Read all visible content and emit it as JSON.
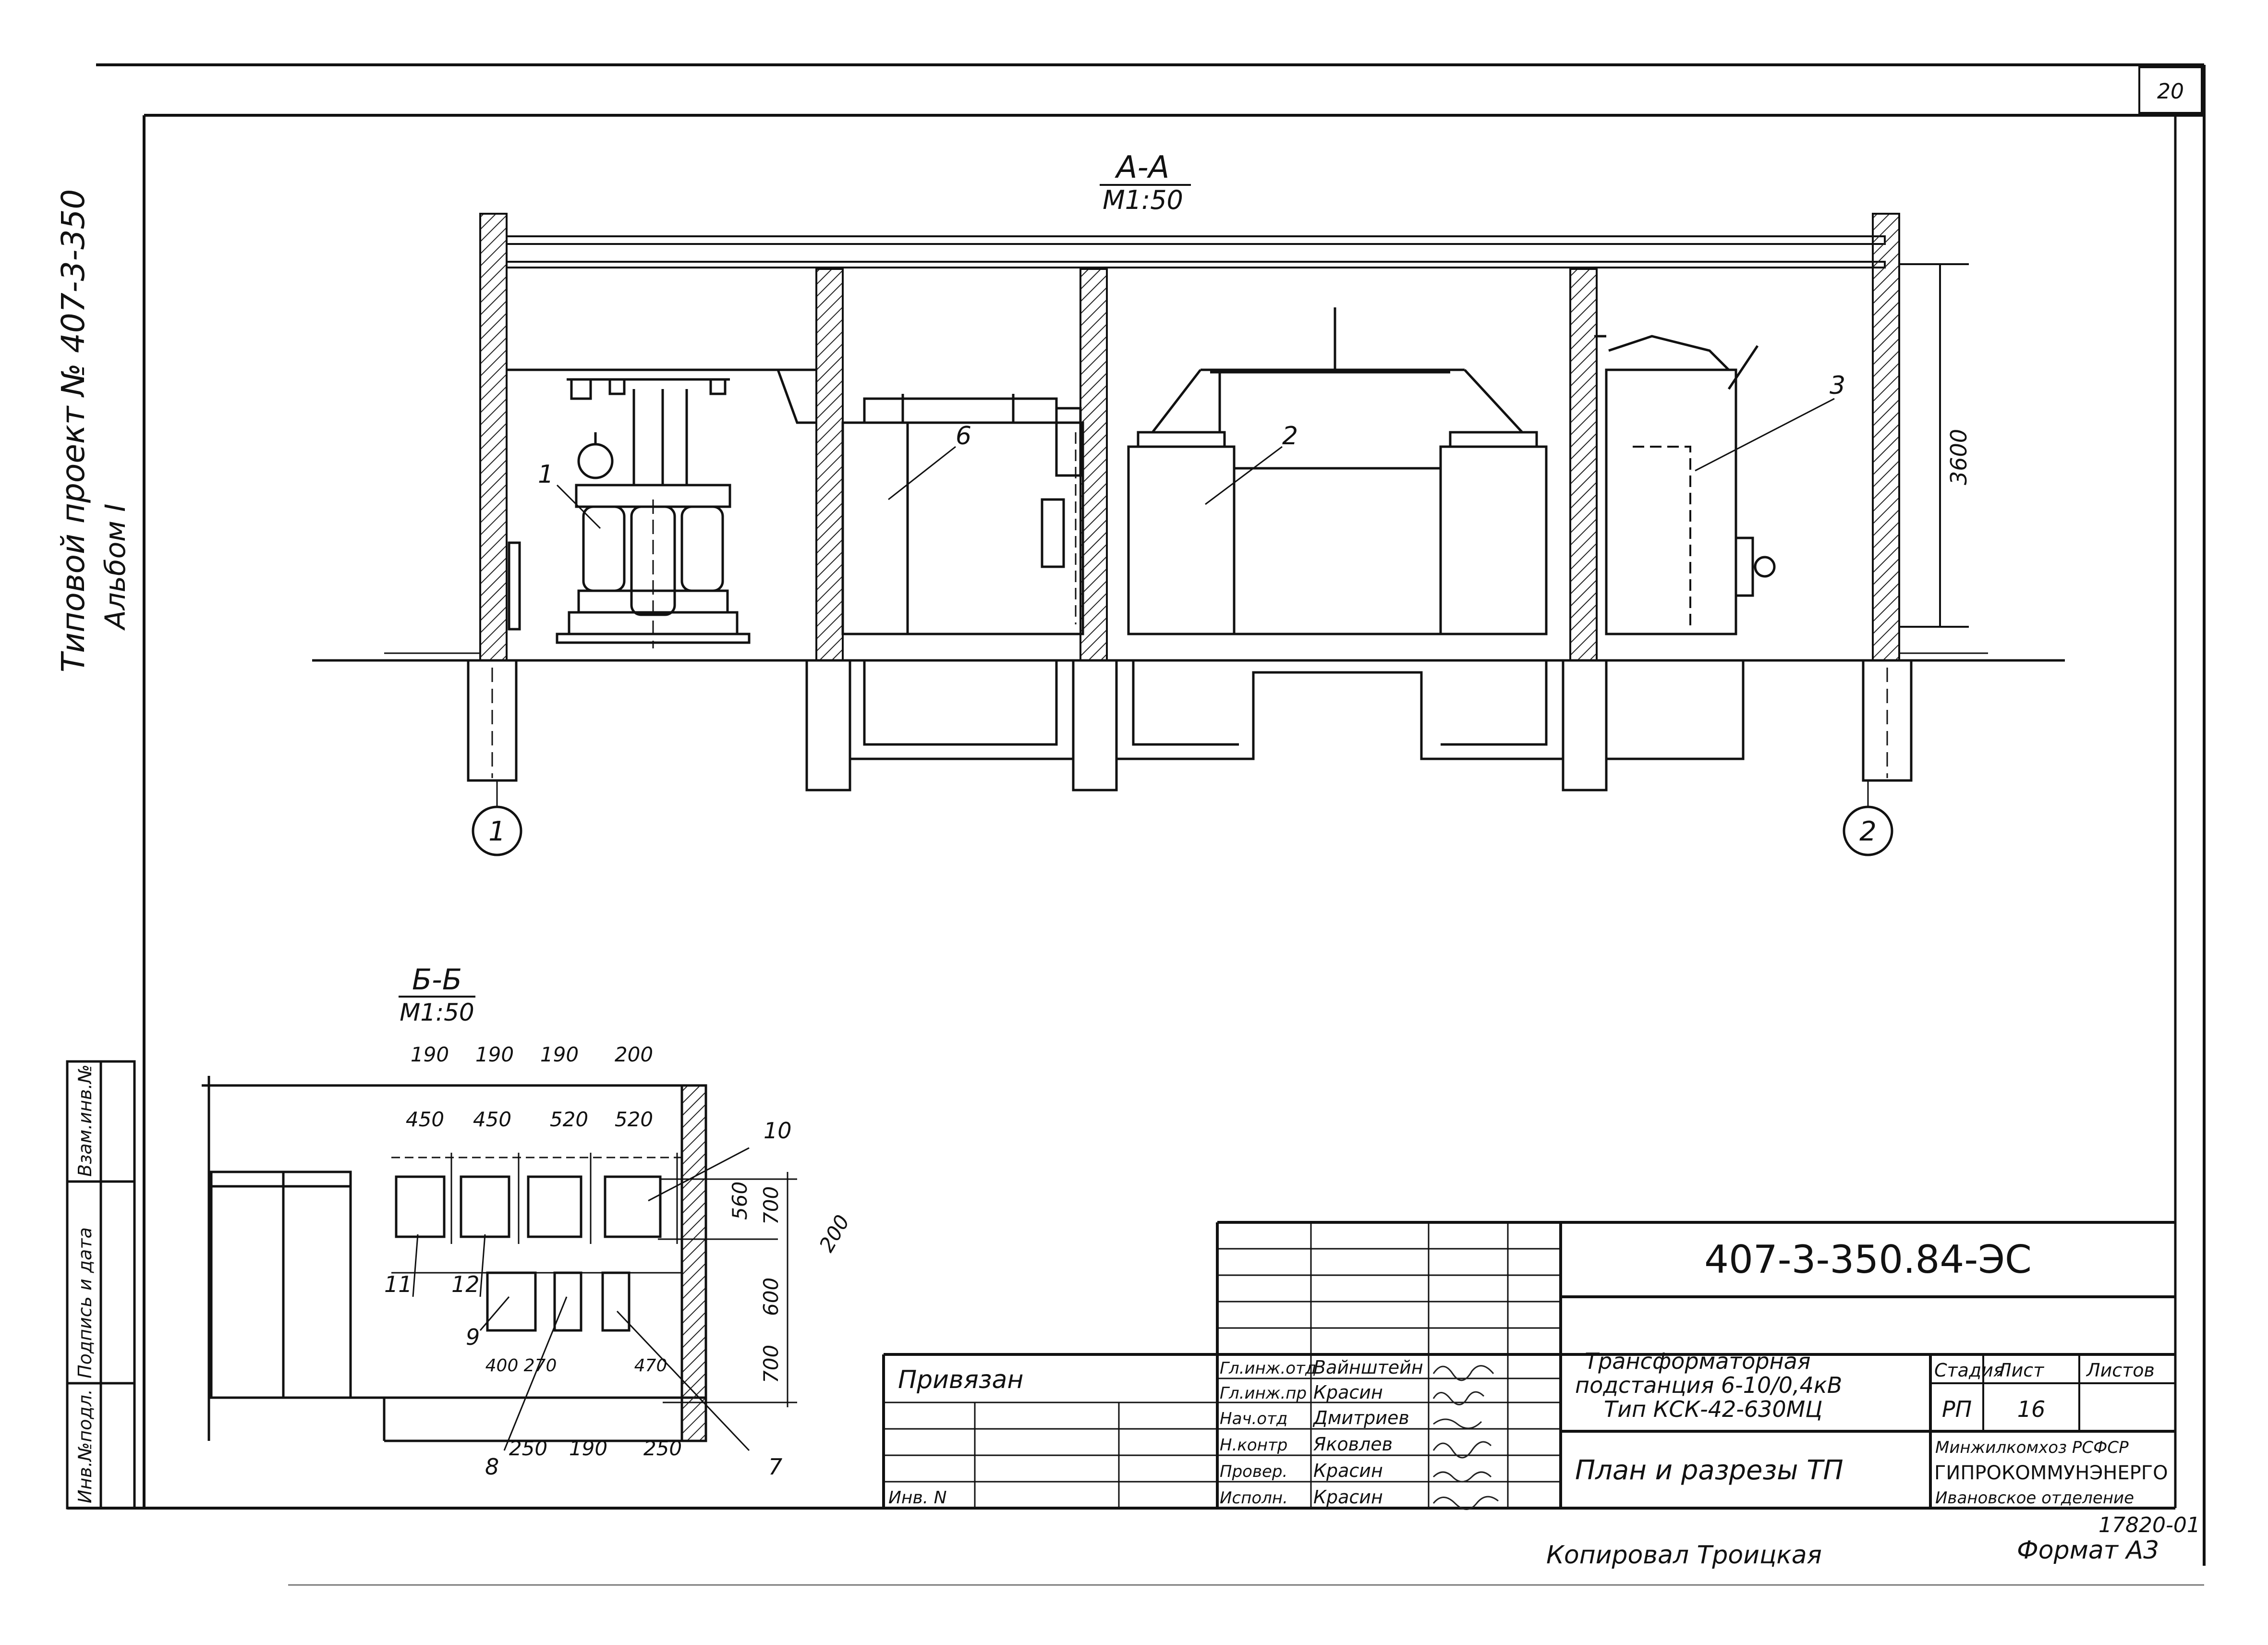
{
  "sheet": {
    "page_number": "20",
    "side_note_line1": "Типовой проект № 407-3-350",
    "side_note_line2": "Альбом I",
    "copied_by": "Копировал Троицкая",
    "format_label": "Формат А3",
    "copy_number": "17820-01"
  },
  "left_strip": {
    "cells": [
      "Инв.№подл.",
      "Подпись и дата",
      "Взам.инв.№"
    ]
  },
  "section_aa": {
    "title": "А-А",
    "scale": "М1:50",
    "height_dim": "3600",
    "items": [
      "1",
      "6",
      "2",
      "3"
    ],
    "axes": [
      "1",
      "2"
    ]
  },
  "section_bb": {
    "title": "Б-Б",
    "scale": "М1:50",
    "top_dims": [
      "190",
      "190",
      "190",
      "200"
    ],
    "mid_dims": [
      "450",
      "450",
      "520",
      "520"
    ],
    "right_dims": [
      "560",
      "700",
      "200",
      "600",
      "700"
    ],
    "bottom_dims": [
      "400",
      "270",
      "470"
    ],
    "lower_dims": [
      "250",
      "190",
      "250"
    ],
    "labels": [
      "10",
      "11",
      "12",
      "9",
      "8",
      "7"
    ]
  },
  "title_block": {
    "doc_code": "407-3-350.84-ЭС",
    "bound_label": "Привязан",
    "inv_label": "Инв. N",
    "roles": [
      "Гл.инж.отд",
      "Гл.инж.пр",
      "Нач.отд",
      "Н.контр",
      "Провер.",
      "Исполн."
    ],
    "names": [
      "Вайнштейн",
      "Красин",
      "Дмитриев",
      "Яковлев",
      "Красин",
      "Красин"
    ],
    "object_title": [
      "Трансформаторная",
      "подстанция 6-10/0,4кВ",
      "Тип КСК-42-630МЦ"
    ],
    "sheet_title": "План и разрезы ТП",
    "stage_header": "Стадия",
    "sheet_header": "Лист",
    "sheets_header": "Листов",
    "stage": "РП",
    "sheet_no": "16",
    "org_line1": "Минжилкомхоз РСФСР",
    "org_line2": "ГИПРОКОММУНЭНЕРГО",
    "org_line3": "Ивановское отделение"
  }
}
